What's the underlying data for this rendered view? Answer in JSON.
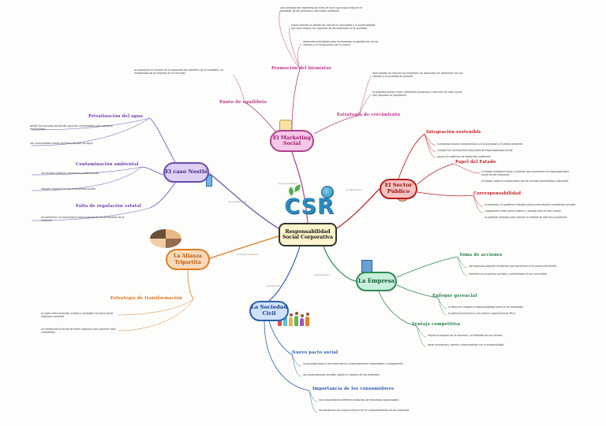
{
  "center": {
    "title": "Responsabilidad Social Corporativa",
    "badge": "CSR"
  },
  "branches": {
    "marketing": {
      "title": "El Marketing Social",
      "edge": "son promovidas por",
      "subs": {
        "promocion": "Promoción del bienestar",
        "equilibrio": "Punto de equilibrio",
        "crecimiento": "Estrategia de crecimiento"
      },
      "notes": {
        "n1": "una actividad de marketing sin fines de lucro que busca mejorar el bienestar de las personas y del medio ambiente",
        "n2": "busca mejorar la calidad de vida de la comunidad y la sostenibilidad, así como reducir los impactos de las empresas en la sociedad",
        "n3": "desarrolla actividades para incrementar la satisfacción de los clientes y el compromiso con la marca",
        "n4": "se desarrolla en función de la búsqueda del beneficio de la sociedad y la rentabilidad de la empresa en el mercado",
        "n5": "está basado en mejorar los beneficios sin descuidar las relaciones con los clientes y la sociedad en general",
        "n6": "la empresa puede crecer ofreciendo productos y servicios de valor social que impulsen su reputación"
      }
    },
    "sector": {
      "title": "El Sector Público",
      "edge": "es regulada por",
      "subs": {
        "integracion": "Integración sostenible",
        "estado": "Papel del Estado",
        "corresp": "Corresponsabilidad"
      },
      "notes": {
        "n1": "la empresa asume compromisos con la sociedad y el medio ambiente",
        "n2": "cumple con normas internacionales de responsabilidad social",
        "n3": "apoya los objetivos de desarrollo sostenible",
        "n4": "el Estado establece leyes y políticas que promueven la responsabilidad social de las empresas",
        "n5": "el Estado vigila el cumplimiento de las normas ambientales y laborales",
        "n6": "la empresa y el gobierno trabajan juntos para resolver problemas sociales",
        "n7": "cooperación entre sector público y privado para el bien común",
        "n8": "se generan alianzas para mejorar la calidad de vida de la población"
      }
    },
    "empresa": {
      "title": "La Empresa",
      "edge": "es aplicada por",
      "subs": {
        "toma": "Toma de acciones",
        "enfoque": "Enfoque gerencial",
        "ventaja": "Ventaja competitiva"
      },
      "notes": {
        "n1": "las empresas adoptan iniciativas que benefician a los grupos de interés",
        "n2": "invierten en proyectos sociales y ambientales en su comunidad",
        "n3": "la dirección integra la responsabilidad social en su estrategia",
        "n4": "la gerencia promueve una cultura organizacional ética",
        "n5": "mejora la imagen de la empresa y la fidelidad de los clientes",
        "n6": "atrae inversores y talento comprometido con la sostenibilidad"
      }
    },
    "sociedad": {
      "title": "La Sociedad Civil",
      "edge": "es exigida por",
      "subs": {
        "pacto": "Nuevo pacto social",
        "consumidores": "Importancia de los consumidores"
      },
      "notes": {
        "n1": "la sociedad exige a las empresas un comportamiento responsable y transparente",
        "n2": "las organizaciones sociales vigilan el impacto de las empresas",
        "n3": "los consumidores prefieren productos de empresas responsables",
        "n4": "las decisiones de compra influyen en el comportamiento de las empresas"
      }
    },
    "alianza": {
      "title": "La Alianza Tripartita",
      "edge": "es lograda mediante",
      "subs": {
        "estrategia": "Estrategia de transformación"
      },
      "notes": {
        "n1": "la unión entre empresa, Estado y sociedad civil para lograr objetivos comunes",
        "n2": "se transforma la forma de hacer negocios para generar valor compartido"
      }
    },
    "nestle": {
      "title": "El caso Nestlé",
      "edge": "es un ejemplo de",
      "subs": {
        "privatizacion": "Privatización del agua",
        "contaminacion": "Contaminación ambiental",
        "falta": "Falta de regulación estatal"
      },
      "notes": {
        "n1": "Nestlé fue acusada de extraer agua de comunidades para venderla embotellada",
        "n2": "las comunidades locales sufrieron escasez de agua",
        "n3": "los envases plásticos generaron contaminación",
        "n4": "impacto negativo en los ecosistemas locales",
        "n5": "los gobiernos no supervisaron adecuadamente las actividades de la empresa"
      }
    }
  }
}
